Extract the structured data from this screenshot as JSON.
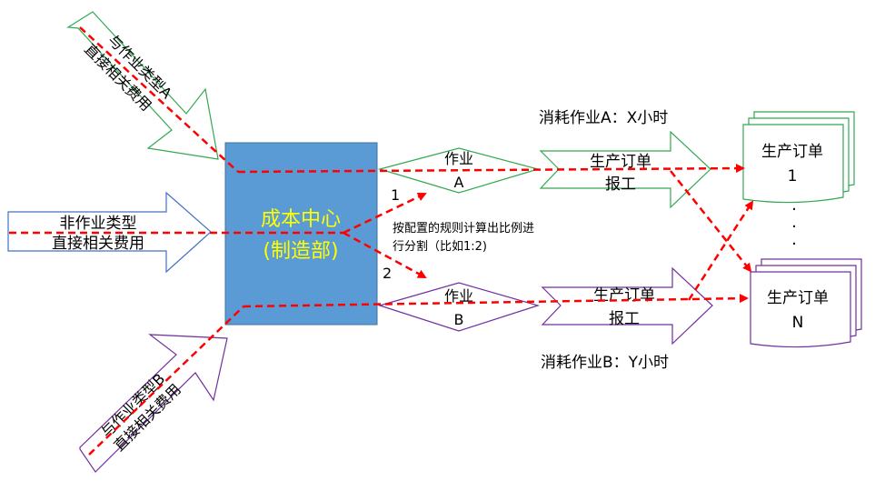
{
  "cost_center": {
    "title": "成本中心",
    "subtitle": "(制造部)"
  },
  "inputs": {
    "type_a": {
      "line1": "与作业类型A",
      "line2": "直接相关费用"
    },
    "non_type": {
      "line1": "非作业类型",
      "line2": "直接相关费用"
    },
    "type_b": {
      "line1": "与作业类型B",
      "line2": "直接相关费用"
    }
  },
  "split": {
    "label_1": "1",
    "label_2": "2",
    "note_line1": "按配置的规则计算出比例进",
    "note_line2": "行分割（比如1:2)"
  },
  "activities": {
    "a": {
      "line1": "作业",
      "line2": "A"
    },
    "b": {
      "line1": "作业",
      "line2": "B"
    }
  },
  "reports": {
    "top": {
      "line1": "生产订单",
      "line2": "报工",
      "consumption": "消耗作业A：X小时"
    },
    "bottom": {
      "line1": "生产订单",
      "line2": "报工",
      "consumption": "消耗作业B：Y小时"
    }
  },
  "orders": {
    "first": {
      "line1": "生产订单",
      "line2": "1"
    },
    "last": {
      "line1": "生产订单",
      "line2": "N"
    },
    "ellipsis": [
      "·",
      "·",
      "·"
    ]
  },
  "colors": {
    "cost_center_fill": "#5b9bd5",
    "cost_center_text": "#ffff00",
    "green": "#33a852",
    "blue": "#4472c4",
    "purple": "#7030a0",
    "flow_red": "#ff0000"
  }
}
